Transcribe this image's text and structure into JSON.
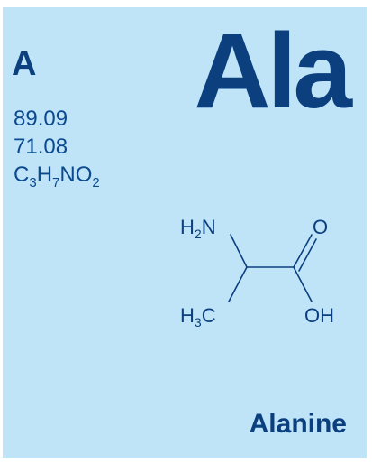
{
  "card": {
    "one_letter_code": "A",
    "three_letter_code": "Ala",
    "molecular_weight": "89.09",
    "residue_weight": "71.08",
    "formula": [
      {
        "el": "C",
        "n": "3"
      },
      {
        "el": "H",
        "n": "7"
      },
      {
        "el": "N",
        "n": ""
      },
      {
        "el": "O",
        "n": "2"
      }
    ],
    "name": "Alanine"
  },
  "structure": {
    "amino": {
      "atom": "H",
      "sub": "2",
      "atom2": "N"
    },
    "methyl": {
      "atom": "H",
      "sub": "3",
      "atom2": "C"
    },
    "carbonyl_o": "O",
    "hydroxyl": "OH"
  },
  "colors": {
    "background": "#bfe4f8",
    "text": "#0b3f7e"
  }
}
